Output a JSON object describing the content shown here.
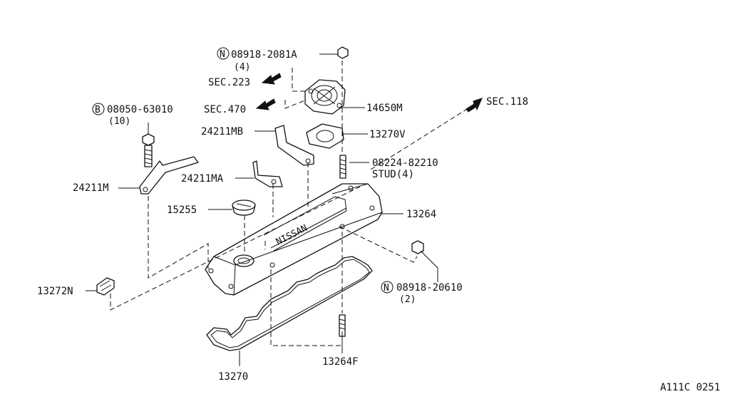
{
  "diagram": {
    "labels": {
      "nut_top": "08918-2081A",
      "nut_top_qty": "(4)",
      "sec223": "SEC.223",
      "sec470": "SEC.470",
      "sec118": "SEC.118",
      "bolt": "08050-63010",
      "bolt_qty": "(10)",
      "p14650M": "14650M",
      "p13270V": "13270V",
      "p24211MB": "24211MB",
      "stud": "08224-82210",
      "stud_qty": "STUD(4)",
      "p24211MA": "24211MA",
      "p24211M": "24211M",
      "p15255": "15255",
      "p13264": "13264",
      "p13272N": "13272N",
      "nut_side": "08918-20610",
      "nut_side_qty": "(2)",
      "p13264F": "13264F",
      "p13270": "13270",
      "code": "A111C 0251"
    },
    "prefix": {
      "N": "N",
      "B": "B"
    },
    "cover_text": "NISSAN"
  }
}
